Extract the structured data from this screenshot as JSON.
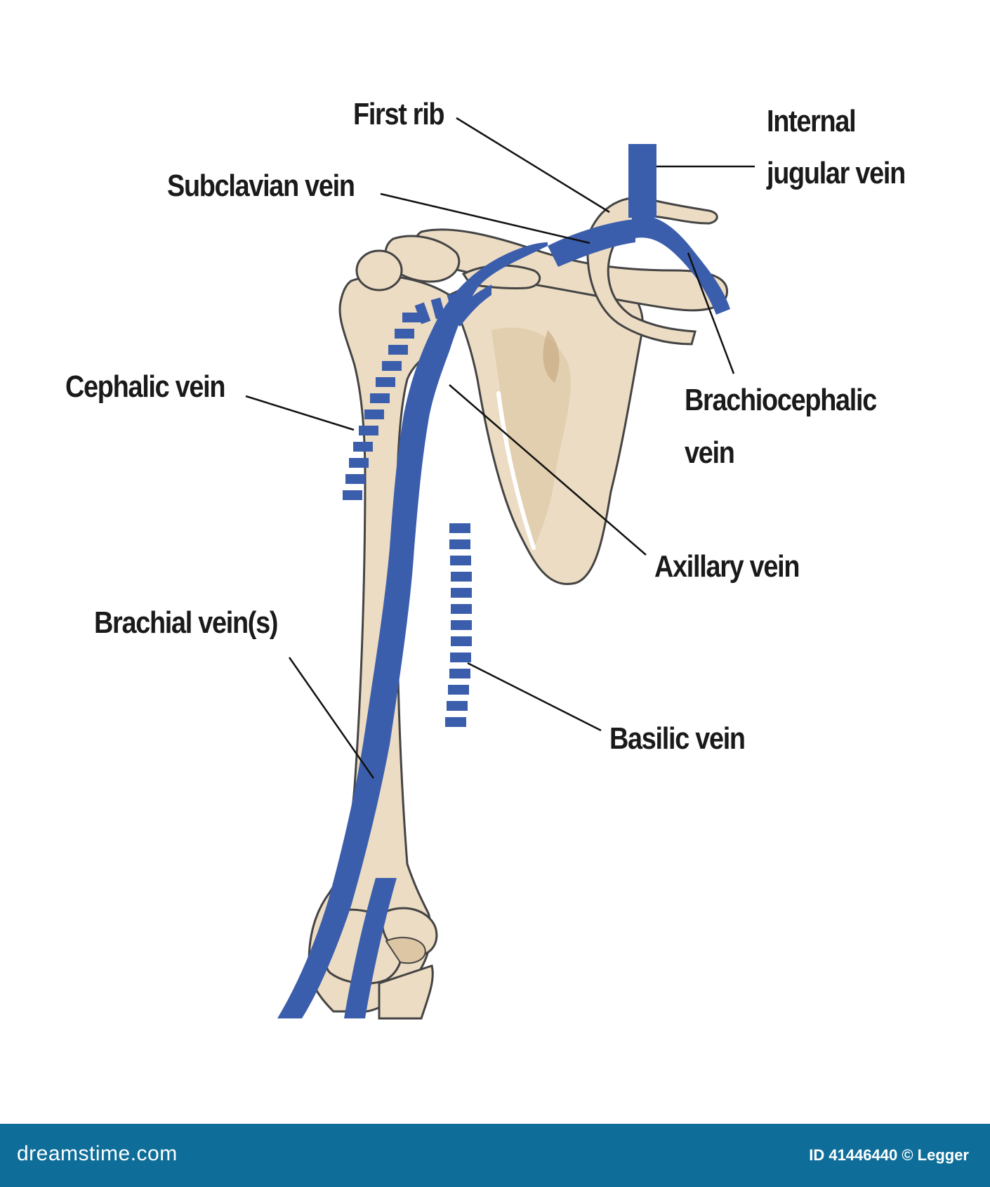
{
  "labels": {
    "first_rib": "First rib",
    "internal_jugular_line1": "Internal",
    "internal_jugular_line2": "jugular vein",
    "subclavian_vein": "Subclavian vein",
    "cephalic_vein": "Cephalic vein",
    "brachiocephalic_line1": "Brachiocephalic",
    "brachiocephalic_line2": "vein",
    "axillary_vein": "Axillary vein",
    "brachial_veins": "Brachial vein(s)",
    "basilic_vein": "Basilic vein"
  },
  "footer": {
    "brand": "dreamstime.com",
    "credit": "ID 41446440 © Legger"
  },
  "colors": {
    "bone_fill": "#ecdcc3",
    "bone_shade": "#dcc6a4",
    "bone_outline": "#444444",
    "vein_blue": "#3b5eac",
    "leader_line": "#111111",
    "footer_bg": "#0f6e99"
  }
}
